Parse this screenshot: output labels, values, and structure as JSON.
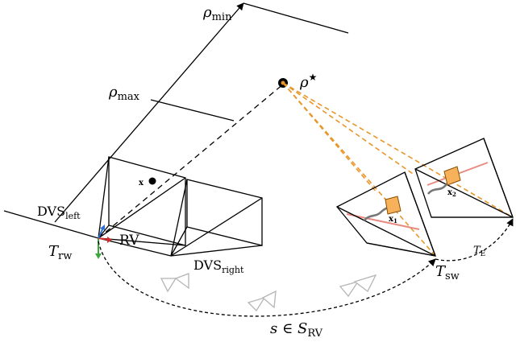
{
  "labels": {
    "rho_min": {
      "sym": "ρ",
      "sub": "min"
    },
    "rho_max": {
      "sym": "ρ",
      "sub": "max"
    },
    "rho_star": {
      "sym": "ρ",
      "sup": "★"
    },
    "dvs_left": {
      "main": "DVS",
      "sub": "left"
    },
    "dvs_right": {
      "main": "DVS",
      "sub": "right"
    },
    "rv": "RV",
    "x_point": "x",
    "x1": {
      "main": "x",
      "sub": "1"
    },
    "x2": {
      "main": "x",
      "sub": "2"
    },
    "T_rw": {
      "main": "T",
      "sub": "rw"
    },
    "T_sw": {
      "main": "T",
      "sub": "sw"
    },
    "T_E": {
      "main": "T",
      "sub": "E"
    },
    "s_caption": {
      "lead": "s ∈ ",
      "set": "S",
      "sub": "RV"
    }
  },
  "colors": {
    "line": "#000000",
    "ray_orange": "#e8962a",
    "patch_fill": "#f7b15a",
    "patch_stroke": "#8a4e00",
    "trace_red": "#e88a80",
    "trajectory_gray": "#b5b5b5",
    "axis_x": "#d62b2b",
    "axis_y": "#3ca53c",
    "axis_z": "#2c6fd6"
  },
  "icons": [
    "arrow-head-icon",
    "point-icon",
    "camera-frustum-icon",
    "axis-triad-icon"
  ]
}
